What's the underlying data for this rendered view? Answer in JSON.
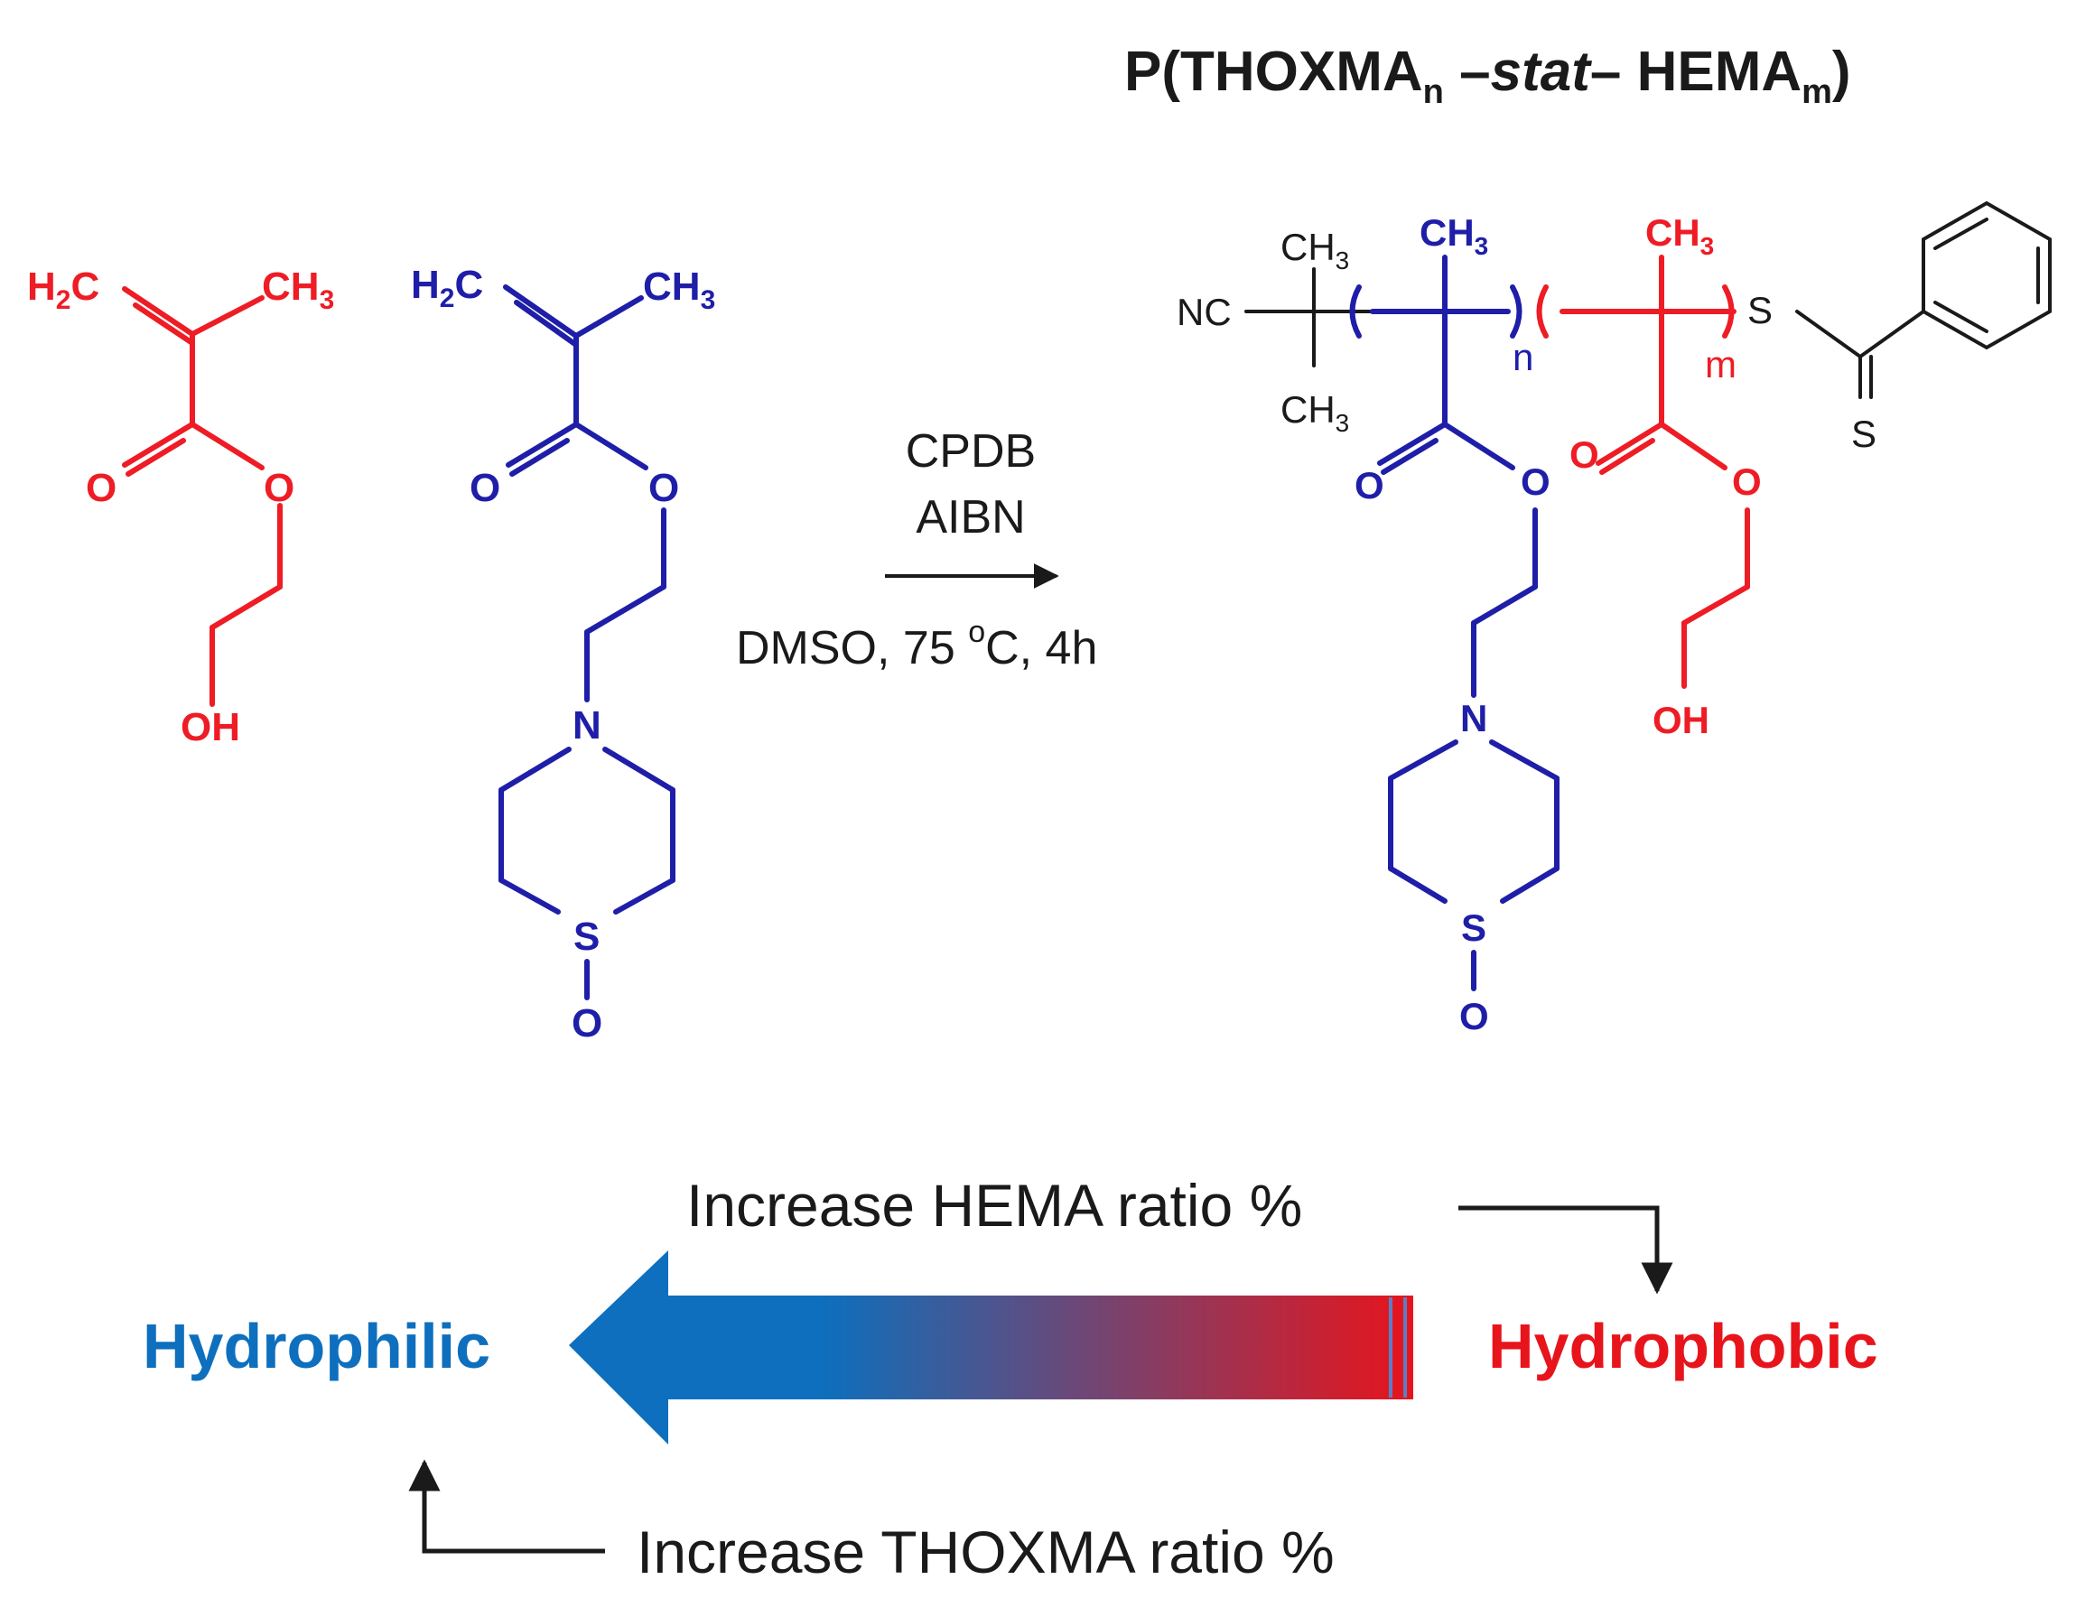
{
  "colors": {
    "hema": "#ee1c25",
    "thoxma": "#1e1ea8",
    "neutral": "#1a1a1a",
    "hydrophilic": "#0d6fbd",
    "hydrophobic": "#e8141b"
  },
  "title": {
    "prefix": "P(THOXMA",
    "n": "n",
    "mid": " –",
    "stat": "stat",
    "dash": "– HEMA",
    "m": "m",
    "close": ")"
  },
  "reaction": {
    "reagent1": "CPDB",
    "reagent2": "AIBN",
    "conditions_pre": "DMSO, 75 ",
    "degree_sup": "o",
    "conditions_post": "C, 4h"
  },
  "hema_monomer": {
    "vinyl_H": "H",
    "vinyl_sub": "2",
    "vinyl_C": "C",
    "methyl": "CH",
    "methyl_sub": "3",
    "carbonyl_O": "O",
    "ester_O": "O",
    "hydroxyl": "OH"
  },
  "thoxma_monomer": {
    "vinyl_H": "H",
    "vinyl_sub": "2",
    "vinyl_C": "C",
    "methyl": "CH",
    "methyl_sub": "3",
    "carbonyl_O": "O",
    "ester_O": "O",
    "nitrogen": "N",
    "sulfur": "S",
    "sulfoxide_O": "O"
  },
  "polymer": {
    "nitrile": "NC",
    "methyl": "CH",
    "methyl_sub": "3",
    "n_label": "n",
    "m_label": "m",
    "thio_S": "S",
    "thione_S": "S",
    "thoxma_carbonyl_O": "O",
    "thoxma_ester_O": "O",
    "nitrogen": "N",
    "sulfur": "S",
    "sulfoxide_O": "O",
    "hema_carbonyl_O": "O",
    "hema_ester_O": "O",
    "hydroxyl": "OH"
  },
  "trend": {
    "hema_label": "Increase HEMA ratio %",
    "thoxma_label": "Increase THOXMA ratio %",
    "hydrophilic": "Hydrophilic",
    "hydrophobic": "Hydrophobic"
  }
}
